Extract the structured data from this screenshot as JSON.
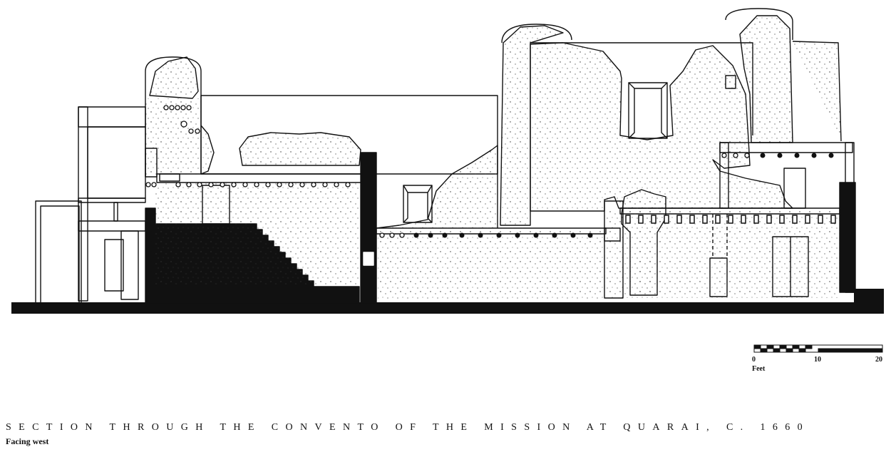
{
  "caption": "SECTION THROUGH THE CONVENTO OF THE MISSION AT QUARAI, C. 1660",
  "subcaption": "Facing west",
  "scale_bar": {
    "unit": "Feet",
    "ticks": [
      "0",
      "10",
      "20"
    ]
  },
  "colors": {
    "ink": "#111111",
    "paper": "#ffffff"
  }
}
